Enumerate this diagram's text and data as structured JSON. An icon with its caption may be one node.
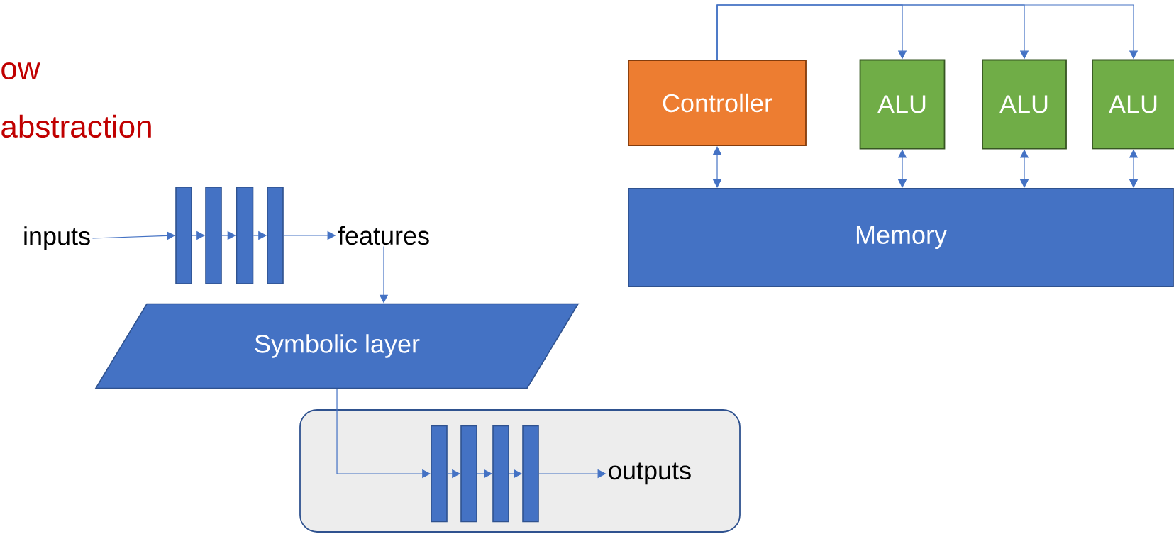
{
  "diagram": {
    "nodes": [
      {
        "text": [
          "inputs"
        ]
      },
      {
        "text": [],
        "shape": "bar"
      },
      {
        "text": [],
        "shape": "bar"
      },
      {
        "text": [],
        "shape": "bar"
      },
      {
        "text": [],
        "shape": "bar"
      },
      {
        "text": [
          "features"
        ]
      },
      {
        "text": [
          "Controller"
        ]
      },
      {
        "text": [
          "ALU"
        ]
      },
      {
        "text": [
          "ALU"
        ]
      },
      {
        "text": [
          "ALU"
        ]
      },
      {
        "text": [
          "Memory"
        ]
      },
      {
        "text": [
          "Symbolic layer"
        ]
      },
      {
        "text": [],
        "shape": "box"
      },
      {
        "text": [],
        "shape": "bar",
        "in": 12
      },
      {
        "text": [],
        "shape": "bar",
        "in": 12
      },
      {
        "text": [],
        "shape": "bar",
        "in": 12
      },
      {
        "text": [],
        "shape": "bar",
        "in": 12
      },
      {
        "text": [
          "outputs"
        ],
        "in": 12
      }
    ],
    "edges": [
      {
        "from": 0,
        "to": 1,
        "arrow": "to"
      },
      {
        "from": 1,
        "to": 2,
        "arrow": "to"
      },
      {
        "from": 2,
        "to": 3,
        "arrow": "to"
      },
      {
        "from": 3,
        "to": 4,
        "arrow": "to"
      },
      {
        "from": 4,
        "to": 5,
        "arrow": "to"
      },
      {
        "from": 5,
        "to": 11,
        "arrow": "to"
      },
      {
        "from": 6,
        "to": 7,
        "arrow": "to"
      },
      {
        "from": 6,
        "to": 8,
        "arrow": "to"
      },
      {
        "from": 6,
        "to": 9,
        "arrow": "to"
      },
      {
        "from": 6,
        "to": 10,
        "arrow": "both"
      },
      {
        "from": 7,
        "to": 10,
        "arrow": "both"
      },
      {
        "from": 8,
        "to": 10,
        "arrow": "both"
      },
      {
        "from": 9,
        "to": 10,
        "arrow": "both"
      },
      {
        "from": 11,
        "to": 13,
        "arrow": "to"
      },
      {
        "from": 13,
        "to": 14,
        "arrow": "to"
      },
      {
        "from": 14,
        "to": 15,
        "arrow": "to"
      },
      {
        "from": 15,
        "to": 16,
        "arrow": "to"
      },
      {
        "from": 16,
        "to": 17,
        "arrow": "to"
      }
    ],
    "labels": [
      "ow",
      "abstraction"
    ]
  }
}
